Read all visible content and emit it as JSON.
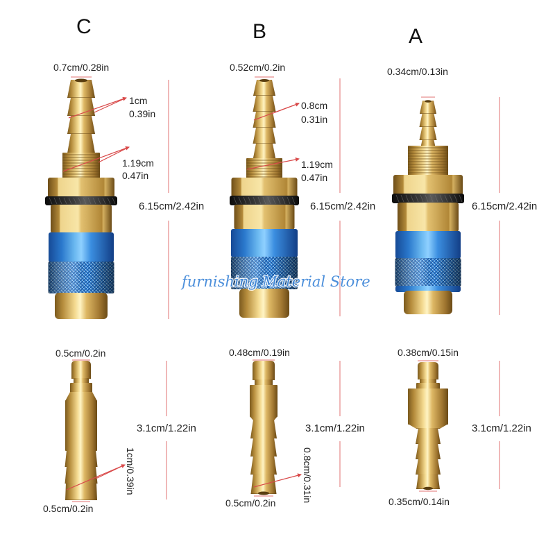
{
  "column_labels": {
    "c": "C",
    "b": "B",
    "a": "A"
  },
  "top": {
    "c": {
      "tip_width": "0.7cm/0.28in",
      "barb_length_cm": "1cm",
      "barb_length_in": "0.39in",
      "thread_length_cm": "1.19cm",
      "thread_length_in": "0.47in",
      "total_length": "6.15cm/2.42in"
    },
    "b": {
      "tip_width": "0.52cm/0.2in",
      "barb_length_cm": "0.8cm",
      "barb_length_in": "0.31in",
      "thread_length_cm": "1.19cm",
      "thread_length_in": "0.47in",
      "total_length": "6.15cm/2.42in"
    },
    "a": {
      "tip_width": "0.34cm/0.13in",
      "total_length": "6.15cm/2.42in"
    }
  },
  "bottom": {
    "c": {
      "tip_width": "0.5cm/0.2in",
      "total_length": "3.1cm/1.22in",
      "barb_length": "1cm/0.39in",
      "end_width": "0.5cm/0.2in"
    },
    "b": {
      "tip_width": "0.48cm/0.19in",
      "total_length": "3.1cm/1.22in",
      "barb_length": "0.8cm/0.31in",
      "end_width": "0.5cm/0.2in"
    },
    "a": {
      "tip_width": "0.38cm/0.15in",
      "total_length": "3.1cm/1.22in",
      "end_width": "0.35cm/0.14in"
    }
  },
  "watermark": "furnishing Material Store",
  "colors": {
    "brass": "#d9b45e",
    "sleeve_blue": "#2f80d4",
    "dimension_line": "#e07070",
    "background": "#ffffff"
  }
}
